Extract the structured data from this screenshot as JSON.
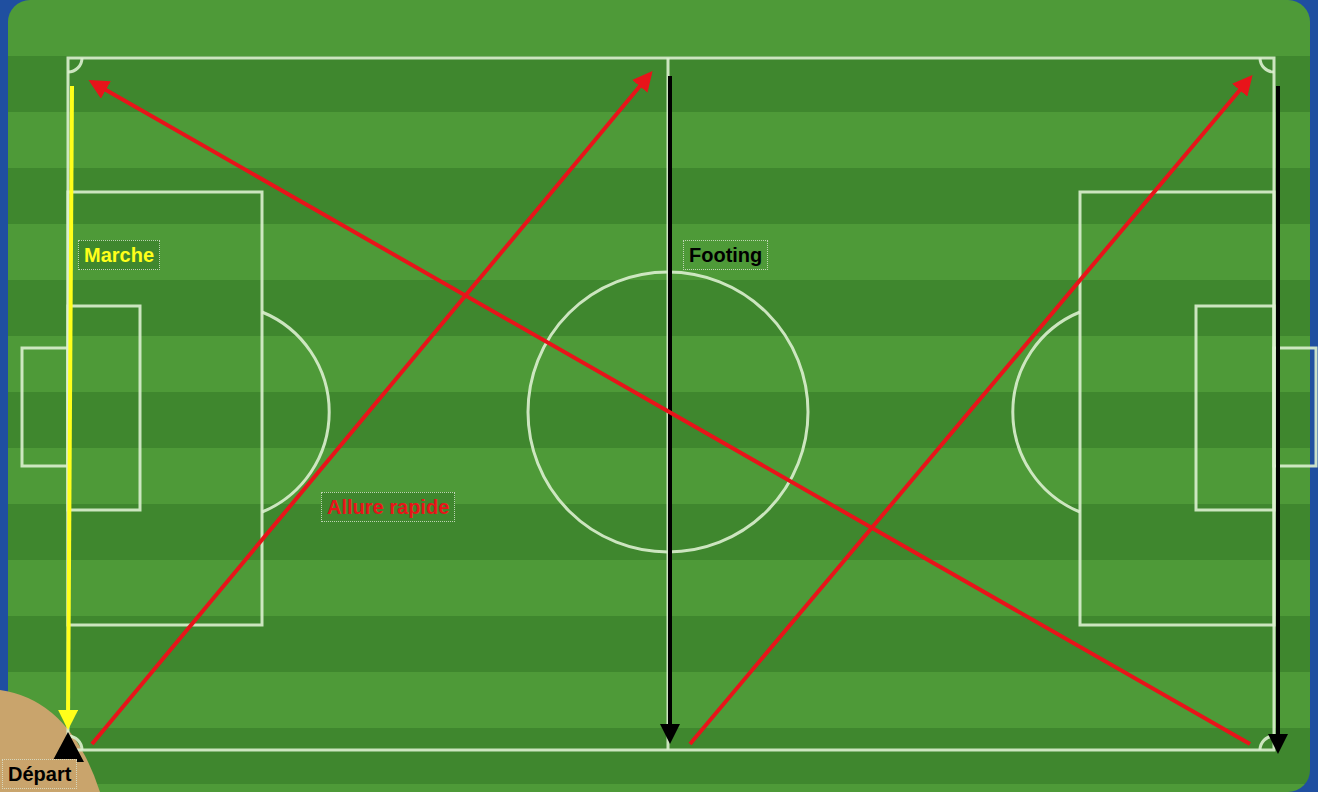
{
  "diagram": {
    "labels": [
      "Marche",
      "Footing",
      "Allure rapide",
      "Départ"
    ]
  }
}
